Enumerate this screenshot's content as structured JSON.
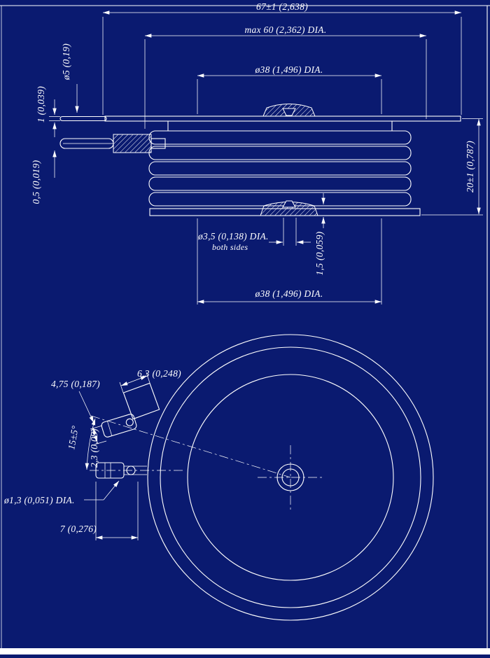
{
  "drawing": {
    "background_color": "#0a1a70",
    "line_color": "#ffffff",
    "side_view": {
      "dim_overall": "67±1 (2,638)",
      "dim_max_dia": "max 60 (2,362) DIA.",
      "dim_pole_dia_top": "ø38 (1,496) DIA.",
      "dim_lead_dia": "ø5 (0,19)",
      "dim_plate_thickness": "1 (0,039)",
      "dim_lead_thickness": "0,5 (0,019)",
      "dim_height": "20±1 (0,787)",
      "dim_hole_dia": "ø3,5 (0,138) DIA.",
      "dim_hole_note": "both sides",
      "dim_hole_depth": "1,5 (0,059)",
      "dim_pole_dia_bottom": "ø38 (1,496) DIA."
    },
    "top_view": {
      "dim_gate_tab_width": "6,3 (0,248)",
      "dim_connector_width": "4,75 (0,187)",
      "dim_angle": "15±5°",
      "dim_offset": "2,3 (0,09)",
      "dim_wire_dia": "ø1,3 (0,051) DIA.",
      "dim_connector_length": "7 (0,276)"
    }
  }
}
